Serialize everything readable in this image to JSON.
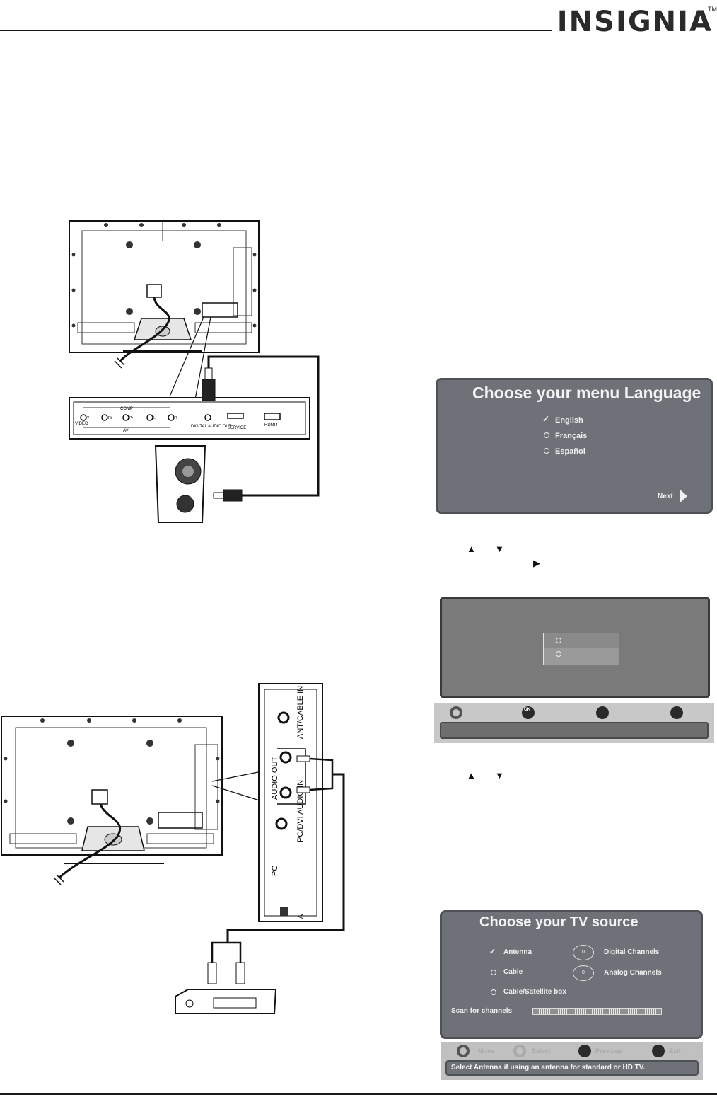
{
  "header": {
    "brand": "INSIGNIA",
    "trademark": "TM"
  },
  "figure_tv_audio": {
    "panel_labels": {
      "comp": "COMP",
      "av": "AV",
      "video": "VIDEO",
      "y": "Y",
      "pb": "Pb",
      "pr": "Pr",
      "l": "L",
      "r": "R",
      "digital_audio_out": "DIGITAL AUDIO OUT",
      "service": "SERVICE",
      "hdmi4": "HDMI4"
    }
  },
  "figure_pc_audio": {
    "labels": {
      "ant_cable_in": "ANT/CABLE IN",
      "audio_out": "AUDIO OUT",
      "pc_dvi_audio_in": "PC/DVI AUDIO IN",
      "pc": "PC",
      "a": "A"
    }
  },
  "screen_language": {
    "title": "Choose your menu Language",
    "options": [
      "English",
      "Français",
      "Español"
    ],
    "selected": "English",
    "next": "Next"
  },
  "screen_source": {
    "title": "Choose your TV source",
    "options": [
      "Antenna",
      "Cable",
      "Cable/Satellite box"
    ],
    "selected": "Antenna",
    "digital_count": "0",
    "digital_label": "Digital Channels",
    "analog_count": "0",
    "analog_label": "Analog Channels",
    "scan_label": "Scan for channels",
    "nav": {
      "move": "Move",
      "select": "Select",
      "previous": "Previous",
      "exit": "Exit"
    },
    "help": "Select Antenna if using an antenna for standard or HD TV."
  },
  "screen_mode": {
    "ok_label": "OK"
  },
  "colors": {
    "screen_bg": "#6e7177",
    "screen_text": "#f4f4f4",
    "page_ink": "#1a1a1a"
  }
}
